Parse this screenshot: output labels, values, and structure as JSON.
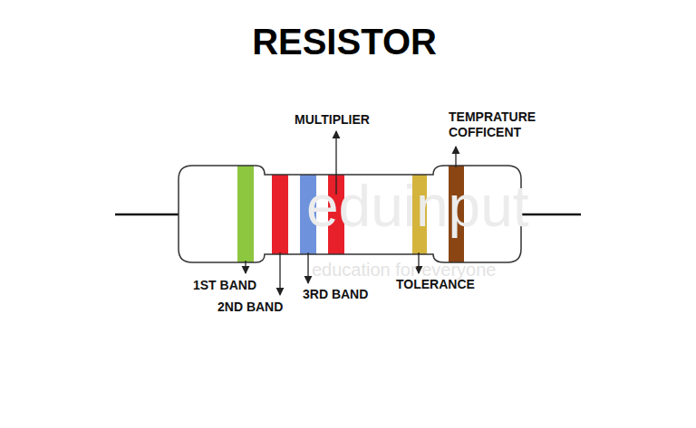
{
  "diagram": {
    "title": "RESISTOR",
    "labels": [
      "eduinput",
      "education for everyone",
      "MULTIPLIER",
      "TEMPRATURE COFFICENT",
      "1ST BAND",
      "2ND BAND",
      "3RD BAND",
      "TOLERANCE"
    ]
  }
}
